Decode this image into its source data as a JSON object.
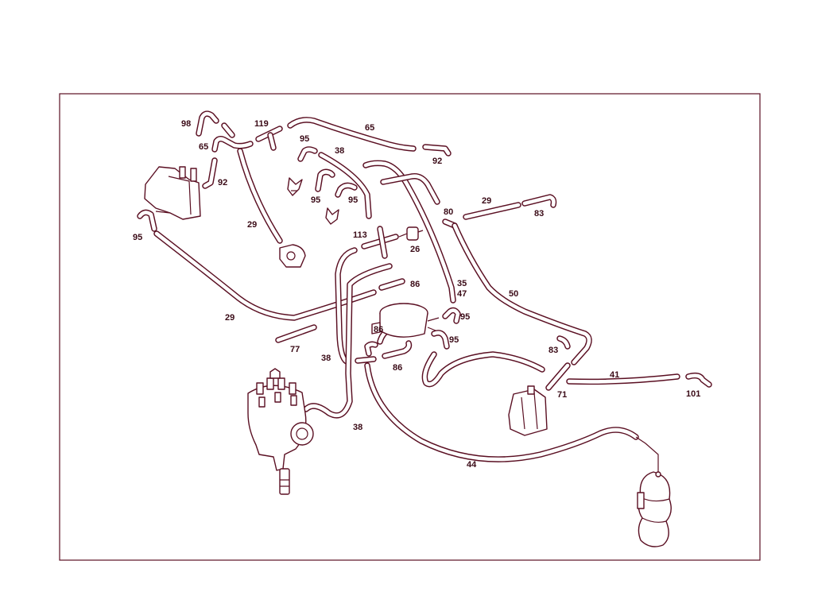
{
  "diagram": {
    "labels": {
      "l98": "98",
      "l119": "119",
      "l65a": "65",
      "l65b": "65",
      "l95a": "95",
      "l38a": "38",
      "l92a": "92",
      "l92b": "92",
      "l95b": "95",
      "l95c": "95",
      "l29a": "29",
      "l80": "80",
      "l83a": "83",
      "l113": "113",
      "l26": "26",
      "l95d": "95",
      "l29b": "29",
      "l86a": "86",
      "l35": "35",
      "l47": "47",
      "l50": "50",
      "l29c": "29",
      "l95e": "95",
      "l86b": "86",
      "l95f": "95",
      "l83b": "83",
      "l77": "77",
      "l38b": "38",
      "l86c": "86",
      "l41": "41",
      "l101": "101",
      "l71": "71",
      "l38c": "38",
      "l44": "44"
    },
    "colors": {
      "line": "#5a0f22",
      "text": "#3a0a16",
      "background": "#ffffff"
    }
  }
}
